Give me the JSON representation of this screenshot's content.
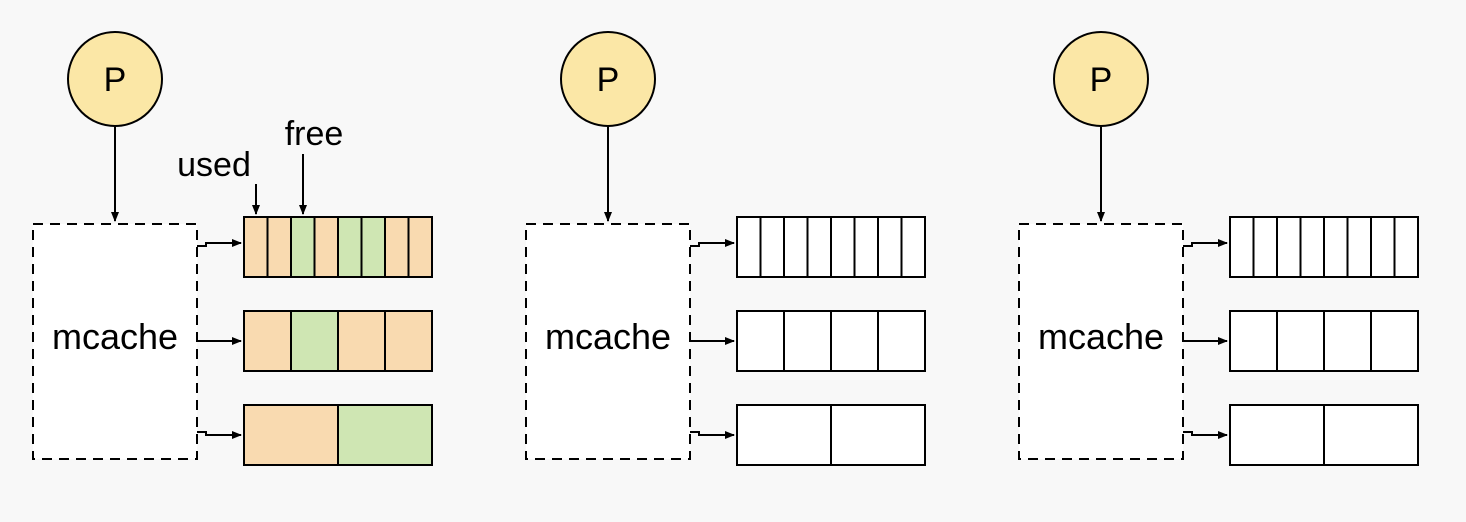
{
  "colors": {
    "background": "#f8f8f8",
    "processor_fill": "#fbe7a6",
    "used_fill": "#f9dab0",
    "free_fill": "#cfe6b3",
    "empty_fill": "#ffffff",
    "stroke": "#000000"
  },
  "labels": {
    "used": "used",
    "free": "free"
  },
  "groups": [
    {
      "processor_label": "P",
      "cache_label": "mcache",
      "icons": [
        "arrow-icon"
      ],
      "spans": [
        {
          "cells": [
            "used",
            "used",
            "free",
            "used",
            "free",
            "free",
            "used",
            "used"
          ]
        },
        {
          "cells": [
            "used",
            "free",
            "used",
            "used"
          ]
        },
        {
          "cells": [
            "used",
            "free"
          ]
        }
      ]
    },
    {
      "processor_label": "P",
      "cache_label": "mcache",
      "spans": [
        {
          "cells": [
            "empty",
            "empty",
            "empty",
            "empty",
            "empty",
            "empty",
            "empty",
            "empty"
          ]
        },
        {
          "cells": [
            "empty",
            "empty",
            "empty",
            "empty"
          ]
        },
        {
          "cells": [
            "empty",
            "empty"
          ]
        }
      ]
    },
    {
      "processor_label": "P",
      "cache_label": "mcache",
      "spans": [
        {
          "cells": [
            "empty",
            "empty",
            "empty",
            "empty",
            "empty",
            "empty",
            "empty",
            "empty"
          ]
        },
        {
          "cells": [
            "empty",
            "empty",
            "empty",
            "empty"
          ]
        },
        {
          "cells": [
            "empty",
            "empty"
          ]
        }
      ]
    }
  ]
}
